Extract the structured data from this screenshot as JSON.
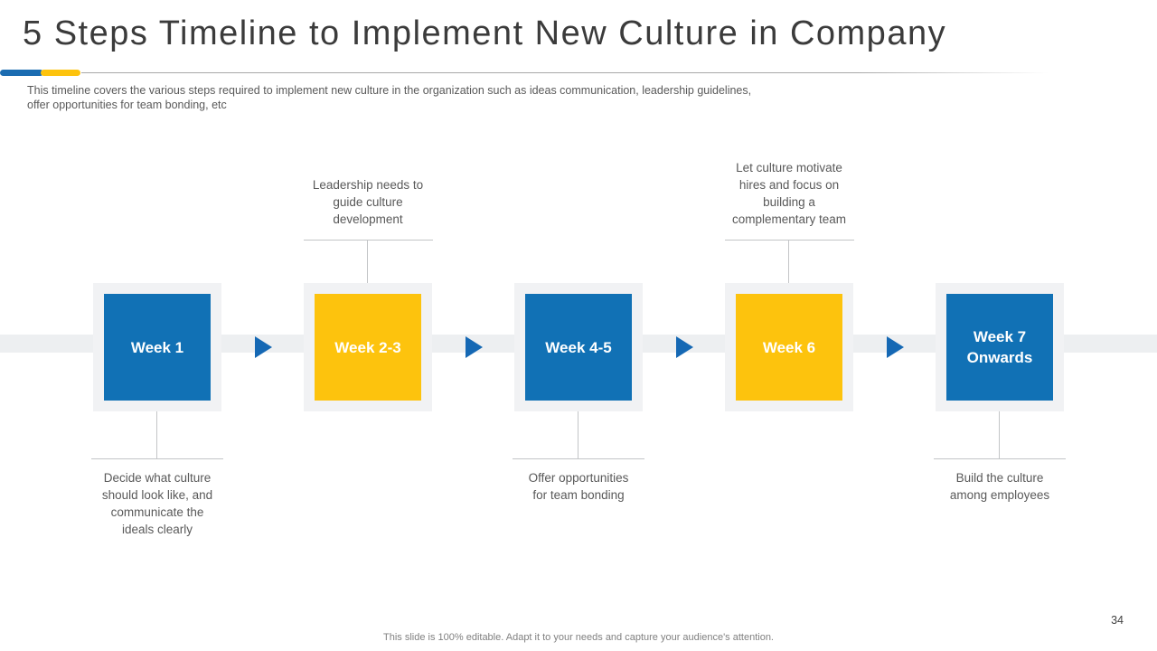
{
  "header": {
    "title": "5 Steps Timeline to Implement New Culture in Company",
    "subtitle": "This timeline covers the various steps required to implement new culture in the organization such as ideas communication, leadership guidelines,\noffer opportunities for team bonding, etc"
  },
  "timeline": {
    "steps": [
      {
        "label": "Week 1",
        "color": "#1171b5",
        "note": "Decide what culture\nshould look like, and\ncommunicate the\nideals clearly",
        "note_position": "below"
      },
      {
        "label": "Week 2-3",
        "color": "#fdc30d",
        "note": "Leadership needs to\nguide culture\ndevelopment",
        "note_position": "above"
      },
      {
        "label": "Week 4-5",
        "color": "#1171b5",
        "note": "Offer opportunities\nfor team bonding",
        "note_position": "below"
      },
      {
        "label": "Week 6",
        "color": "#fdc30d",
        "note": "Let culture motivate\nhires and focus on\nbuilding a\ncomplementary team",
        "note_position": "above"
      },
      {
        "label": "Week 7 Onwards",
        "color": "#1171b5",
        "note": "Build the culture\namong employees",
        "note_position": "below"
      }
    ],
    "arrow_color": "#1568b4"
  },
  "colors": {
    "step_blue": "#1171b5",
    "step_yellow": "#fdc30d",
    "accent_bar_blue": "#1b6cb1",
    "accent_bar_yellow": "#fdc30d",
    "timeline_band_gray": "#edeff1",
    "frame_gray": "#f1f2f4",
    "note_text_gray": "#595959"
  },
  "footer": {
    "note": "This slide is 100% editable. Adapt it to your needs and capture your audience's attention.",
    "page_number": "34"
  }
}
